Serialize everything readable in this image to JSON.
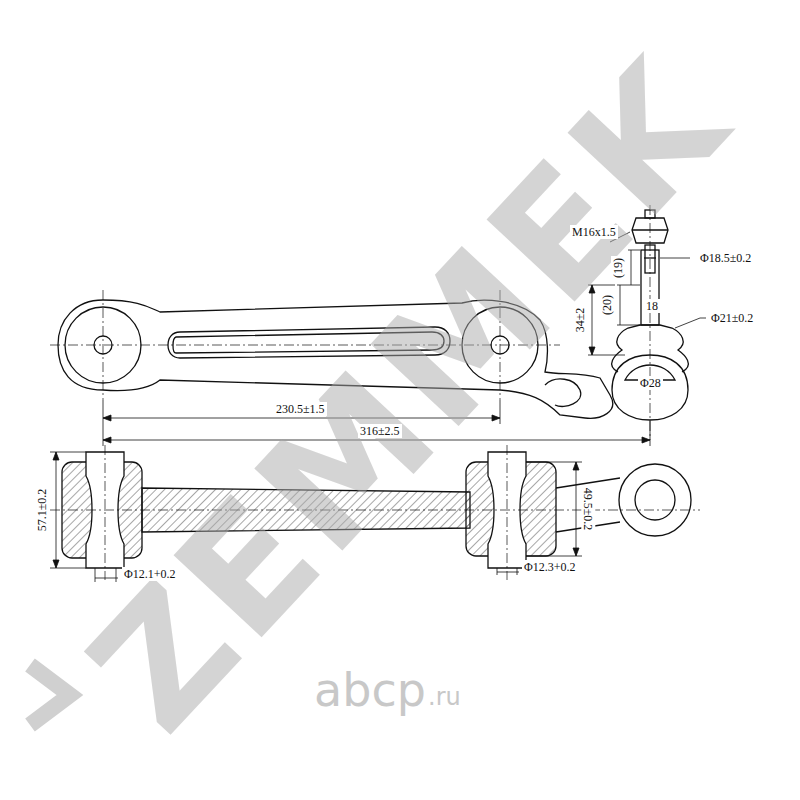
{
  "diagram": {
    "labels": [
      "M16x1.5",
      "Φ18.5±0.2",
      "(19)",
      "(20)",
      "18",
      "34±2",
      "Φ21±0.2",
      "Φ28",
      "230.5±1.5",
      "316±2.5",
      "57.1±0.2",
      "49.5±0.2",
      "Φ12.1+0.2",
      "Φ12.3+0.2",
      "ZEMMEK",
      "abcp",
      ".ru"
    ]
  }
}
